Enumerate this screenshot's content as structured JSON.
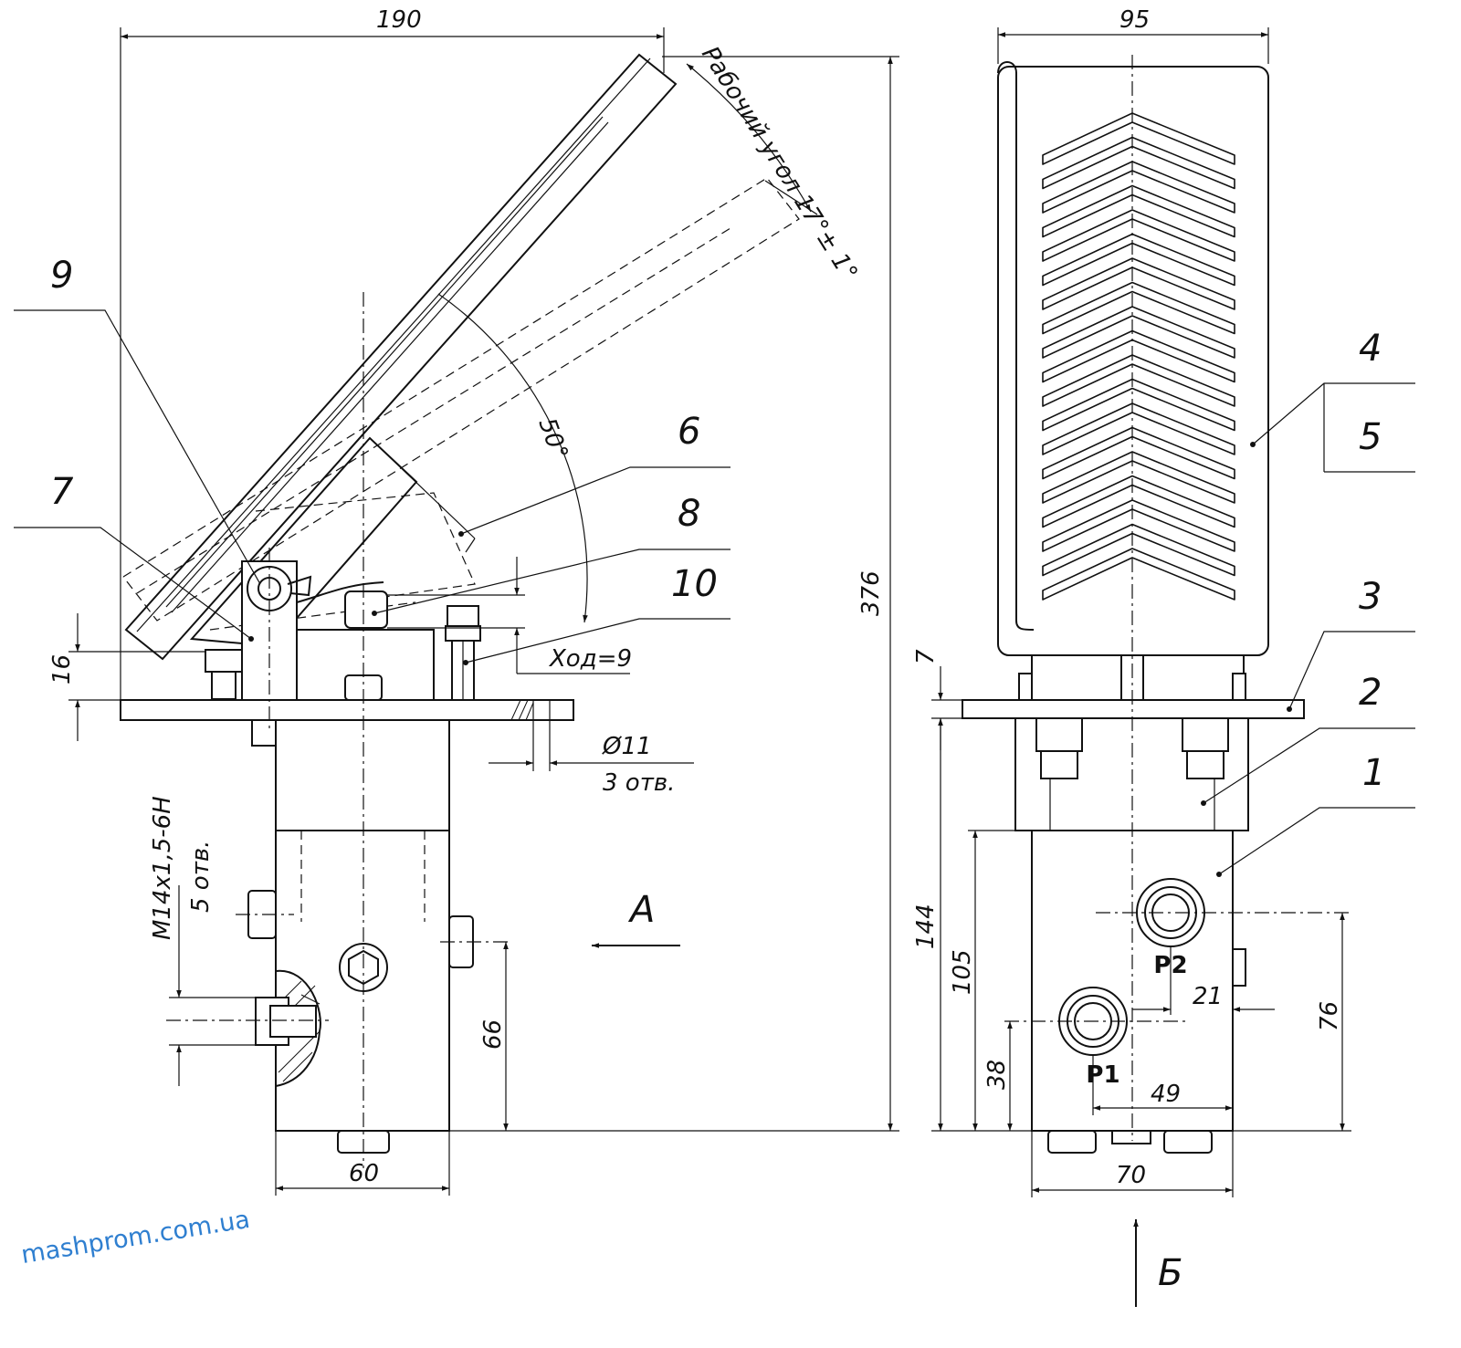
{
  "dimensions": {
    "width_total": "190",
    "width_right": "95",
    "working_angle": "Рабочий угол 17°± 1°",
    "angle_50": "50°",
    "height_total": "376",
    "plate_16": "16",
    "plate_7": "7",
    "stroke": "Ход=9",
    "hole_dia": "Ø11",
    "hole_count": "3 отв.",
    "thread": "М14х1,5-6Н",
    "thread_count": "5 отв.",
    "body_60": "60",
    "body_70": "70",
    "dim_66": "66",
    "dim_144": "144",
    "dim_105": "105",
    "dim_38": "38",
    "dim_76": "76",
    "dim_21": "21",
    "dim_49": "49"
  },
  "ports": {
    "p1": "P1",
    "p2": "P2"
  },
  "views": {
    "view_a": "А",
    "view_b": "Б"
  },
  "callouts": [
    "1",
    "2",
    "3",
    "4",
    "5",
    "6",
    "7",
    "8",
    "9",
    "10"
  ],
  "watermark": "mashprom.com.ua"
}
